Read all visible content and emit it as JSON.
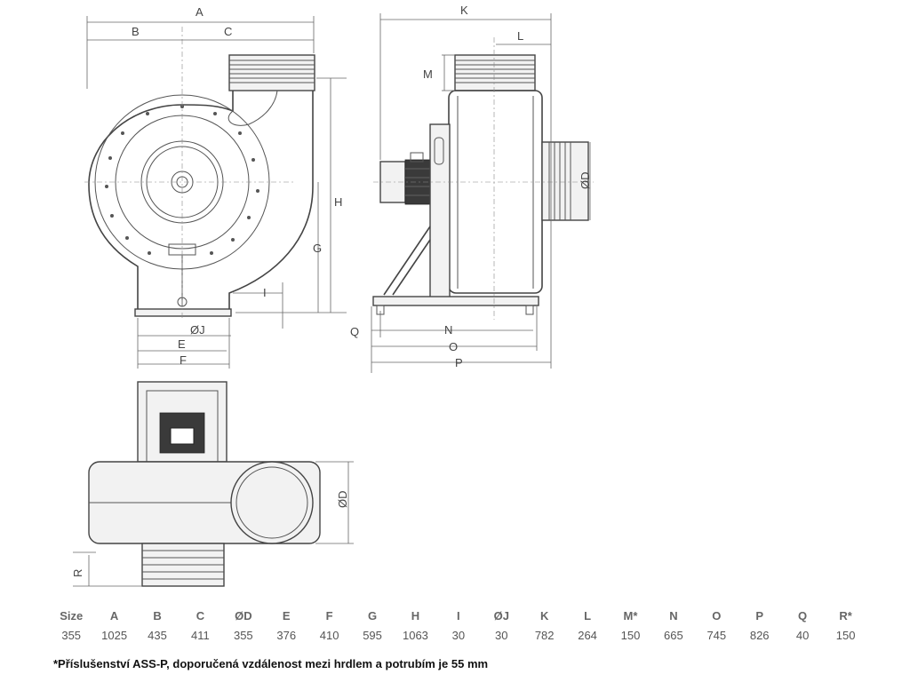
{
  "labels": {
    "A": "A",
    "B": "B",
    "C": "C",
    "H": "H",
    "G": "G",
    "I": "I",
    "J": "ØJ",
    "E": "E",
    "F": "F",
    "K": "K",
    "L": "L",
    "M": "M",
    "D": "ØD",
    "Q": "Q",
    "N": "N",
    "O": "O",
    "P": "P",
    "D2": "ØD",
    "R": "R"
  },
  "table": {
    "headers": [
      "Size",
      "A",
      "B",
      "C",
      "ØD",
      "E",
      "F",
      "G",
      "H",
      "I",
      "ØJ",
      "K",
      "L",
      "M*",
      "N",
      "O",
      "P",
      "Q",
      "R*"
    ],
    "values": [
      "355",
      "1025",
      "435",
      "411",
      "355",
      "376",
      "410",
      "595",
      "1063",
      "30",
      "30",
      "782",
      "264",
      "150",
      "665",
      "745",
      "826",
      "40",
      "150"
    ]
  },
  "footnote": "*Příslušenství ASS-P, doporučená vzdálenost mezi hrdlem a potrubím je 55 mm"
}
